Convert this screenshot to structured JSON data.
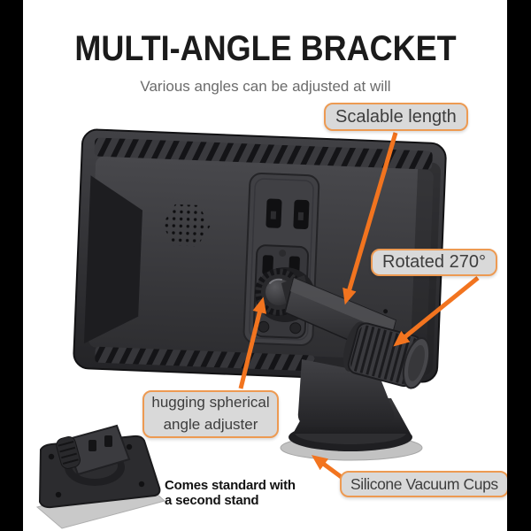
{
  "header": {
    "title": "MULTI-ANGLE BRACKET",
    "subtitle": "Various angles can be adjusted at will"
  },
  "callouts": {
    "scalable": {
      "label": "Scalable length"
    },
    "rotated": {
      "label": "Rotated 270°"
    },
    "adjuster": {
      "label": "hugging spherical angle adjuster"
    },
    "vacuum": {
      "label": "Silicone Vacuum Cups"
    }
  },
  "note": {
    "line1": "Comes standard with",
    "line2": "a second stand"
  },
  "colors": {
    "accent_orange": "#f2741f",
    "callout_border": "#ed9a52",
    "callout_fill": "#d9d9d9",
    "callout_text": "#3d3d3d",
    "title_text": "#1b1b1b",
    "subtitle_text": "#6b6b6b",
    "device_body": "#2c2c2f",
    "silicone_rim": "#c2c2c2",
    "frame_bar": "#000000",
    "background": "#ffffff"
  }
}
